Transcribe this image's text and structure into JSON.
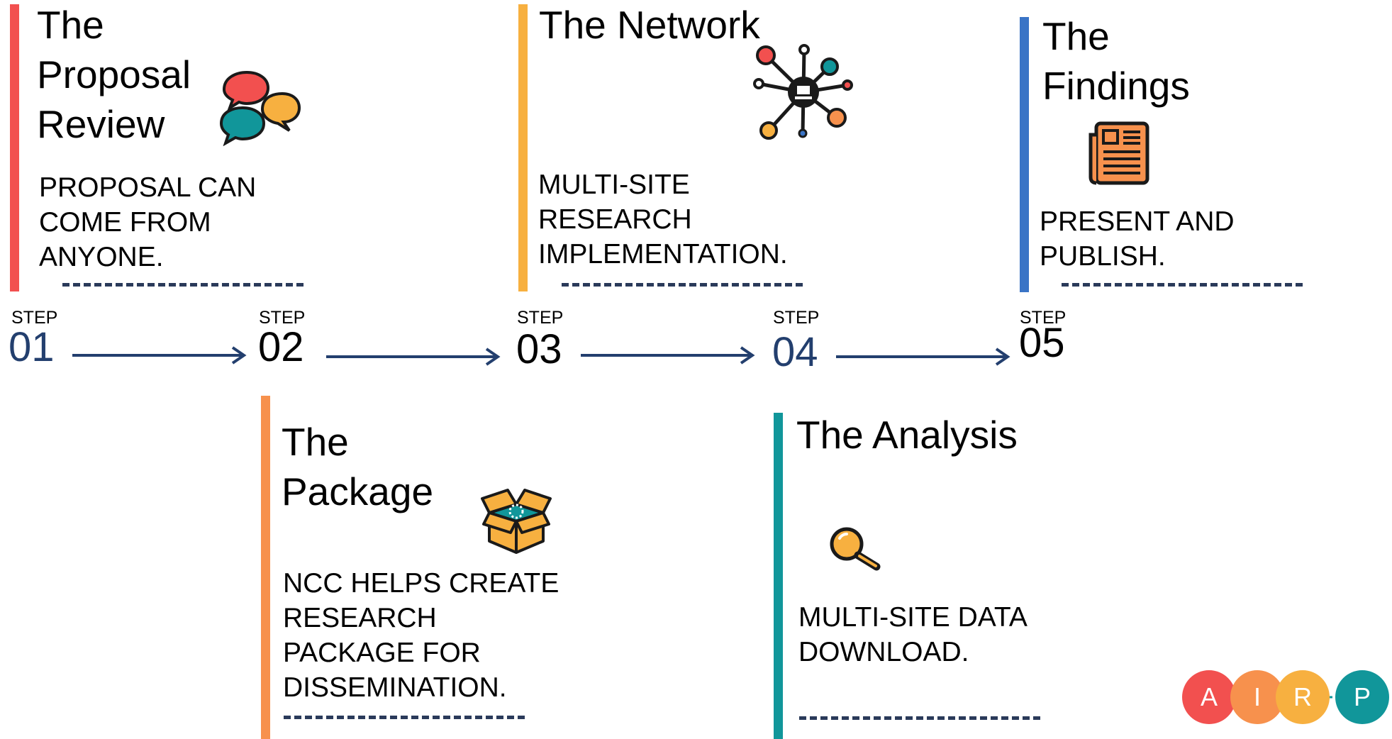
{
  "steps": [
    {
      "label": "STEP",
      "number": "01"
    },
    {
      "label": "STEP",
      "number": "02"
    },
    {
      "label": "STEP",
      "number": "03"
    },
    {
      "label": "STEP",
      "number": "04"
    },
    {
      "label": "STEP",
      "number": "05"
    }
  ],
  "cards": {
    "proposal": {
      "title": "The\nProposal\nReview",
      "desc": "PROPOSAL CAN\nCOME FROM\nANYONE.",
      "icon": "chat-bubbles-icon",
      "accent": "#f2504f"
    },
    "package": {
      "title": "The\nPackage",
      "desc": "NCC HELPS CREATE\nRESEARCH\nPACKAGE FOR\nDISSEMINATION.",
      "icon": "open-box-icon",
      "accent": "#f7914d"
    },
    "network": {
      "title": "The Network",
      "desc": "MULTI-SITE\nRESEARCH\nIMPLEMENTATION.",
      "icon": "network-icon",
      "accent": "#f7b040"
    },
    "analysis": {
      "title": "The Analysis",
      "desc": "MULTI-SITE DATA\nDOWNLOAD.",
      "icon": "magnifier-icon",
      "accent": "#11969a"
    },
    "findings": {
      "title": "The\nFindings",
      "desc": "PRESENT AND\nPUBLISH.",
      "icon": "newspaper-icon",
      "accent": "#3a74c6"
    }
  },
  "logo": {
    "letters": [
      "A",
      "I",
      "R",
      "P"
    ],
    "colors": [
      "#f2504f",
      "#f7914d",
      "#f7b040",
      "#11969a"
    ]
  },
  "colors": {
    "arrow": "#233f6e",
    "dash": "#2a3a5a"
  }
}
